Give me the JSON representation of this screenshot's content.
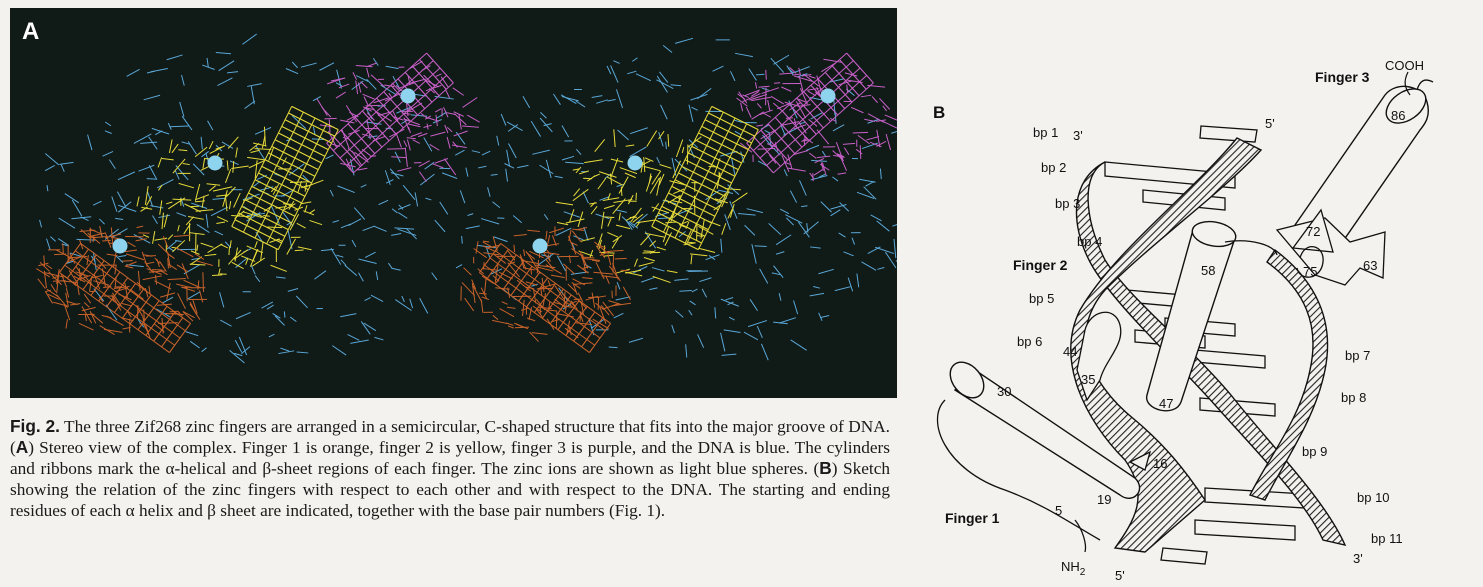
{
  "panel_a": {
    "label": "A"
  },
  "panel_b": {
    "label": "B",
    "fingers": {
      "finger1": "Finger 1",
      "finger2": "Finger 2",
      "finger3": "Finger 3"
    },
    "termini": {
      "cooh": "COOH",
      "nh2": "NH",
      "nh2_sub": "2"
    },
    "strand_ends": {
      "top_five": "5'",
      "top_three": "3'",
      "bottom_three": "3'",
      "bottom_five": "5'"
    },
    "base_pairs": [
      "bp 1",
      "bp 2",
      "bp 3",
      "bp 4",
      "bp 5",
      "bp 6",
      "bp 7",
      "bp 8",
      "bp 9",
      "bp 10",
      "bp 11"
    ],
    "residues": [
      "86",
      "72",
      "63",
      "75",
      "58",
      "44",
      "35",
      "47",
      "30",
      "16",
      "19",
      "5"
    ]
  },
  "caption": {
    "fig_label": "Fig. 2.",
    "intro": " The three Zif268 zinc fingers are arranged in a semicircular, C-shaped structure that fits into the major groove of DNA. (",
    "a_ref": "A",
    "part_a": ") Stereo view of the complex. Finger 1 is orange, finger 2 is yellow, finger 3 is purple, and the DNA is blue. The cylinders and ribbons mark the α-helical and β-sheet regions of each finger. The zinc ions are shown as light blue spheres. (",
    "b_ref": "B",
    "part_b": ") Sketch showing the relation of the zinc fingers with respect to each other and with respect to the DNA. The starting and ending residues of each α helix and β sheet are indicated, together with the base pair numbers (Fig. 1)."
  },
  "colors": {
    "finger1": "#c8622a",
    "finger2": "#e8dc3a",
    "finger3": "#c860c8",
    "dna": "#5aa8d8",
    "zinc": "#8fd4ee",
    "background_a": "#101a17"
  }
}
